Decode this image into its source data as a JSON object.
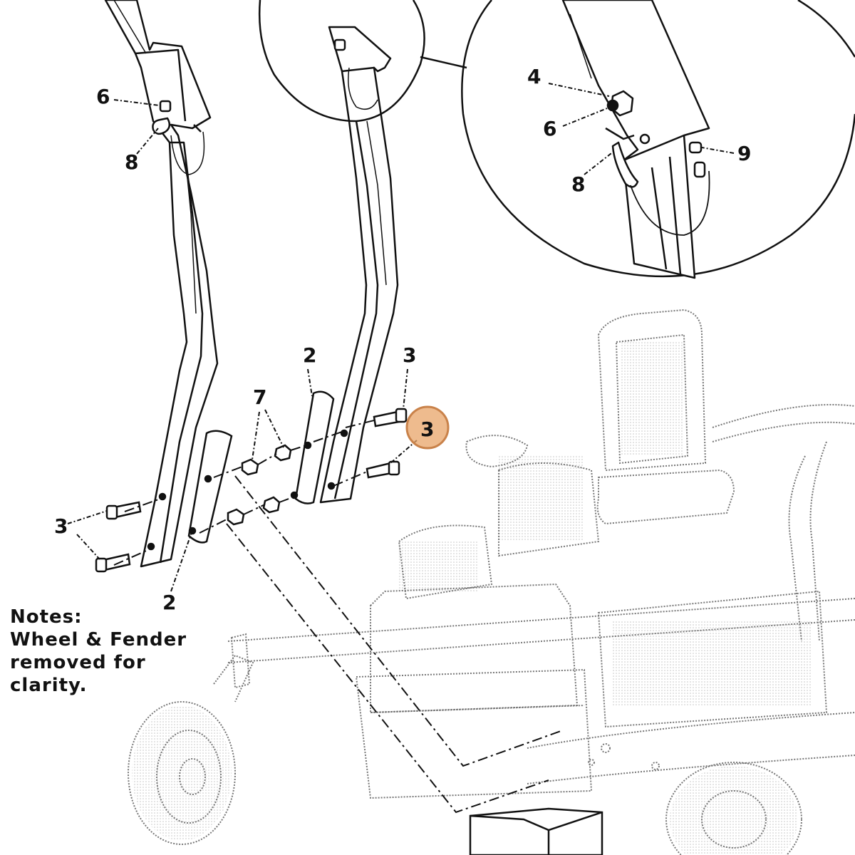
{
  "callouts": {
    "c4": "4",
    "c6a": "6",
    "c6b": "6",
    "c8a": "8",
    "c8b": "8",
    "c9": "9",
    "c2a": "2",
    "c2b": "2",
    "c3a": "3",
    "c3b": "3",
    "c3c": "3",
    "c7": "7"
  },
  "highlight": {
    "label": "3",
    "color": "#E8A468"
  },
  "notes": {
    "heading": "Notes:",
    "line1": "Wheel & Fender",
    "line2": "removed for",
    "line3": "clarity."
  }
}
